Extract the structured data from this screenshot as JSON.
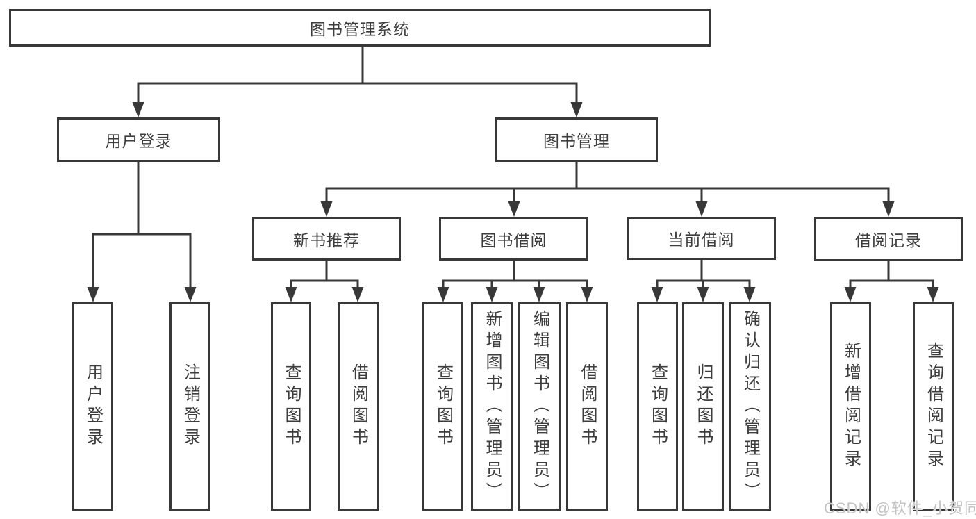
{
  "tree": {
    "root": "图书管理系统",
    "level2": [
      {
        "label": "用户登录",
        "children": [
          {
            "label": "用户登录"
          },
          {
            "label": "注销登录"
          }
        ]
      },
      {
        "label": "图书管理",
        "children": [
          {
            "label": "新书推荐",
            "children": [
              {
                "label": "查询图书"
              },
              {
                "label": "借阅图书"
              }
            ]
          },
          {
            "label": "图书借阅",
            "children": [
              {
                "label": "查询图书"
              },
              {
                "label": "新增图书（管理员）"
              },
              {
                "label": "编辑图书（管理员）"
              },
              {
                "label": "借阅图书"
              }
            ]
          },
          {
            "label": "当前借阅",
            "children": [
              {
                "label": "查询图书"
              },
              {
                "label": "归还图书"
              },
              {
                "label": "确认归还（管理员）"
              }
            ]
          },
          {
            "label": "借阅记录",
            "children": [
              {
                "label": "新增借阅记录"
              },
              {
                "label": "查询借阅记录"
              }
            ]
          }
        ]
      }
    ]
  },
  "watermark": "CSDN @软件_小贺同学",
  "colors": {
    "line": "#383838",
    "text": "#3d3d3d",
    "background": "#ffffff",
    "watermark": "#c3c3c3"
  }
}
